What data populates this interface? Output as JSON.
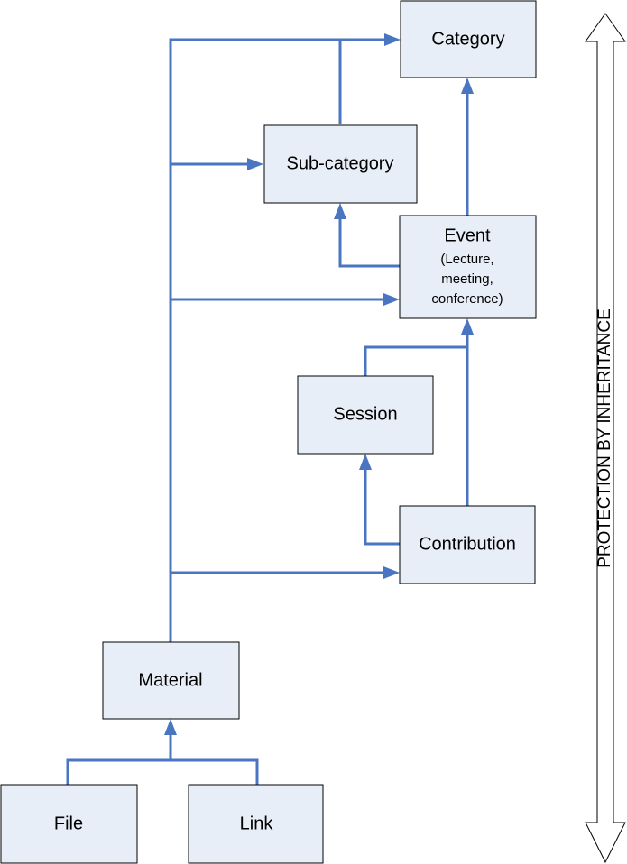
{
  "nodes": {
    "category": {
      "label": "Category"
    },
    "subcategory": {
      "label": "Sub-category"
    },
    "event": {
      "label": "Event",
      "sublines": [
        "(Lecture,",
        "meeting,",
        "conference)"
      ]
    },
    "session": {
      "label": "Session"
    },
    "contribution": {
      "label": "Contribution"
    },
    "material": {
      "label": "Material"
    },
    "file": {
      "label": "File"
    },
    "link": {
      "label": "Link"
    }
  },
  "side_label": "PROTECTION BY INHERITANCE",
  "colors": {
    "connector": "#4a76c1",
    "box_fill": "#e8eef7",
    "box_border": "#000000"
  }
}
